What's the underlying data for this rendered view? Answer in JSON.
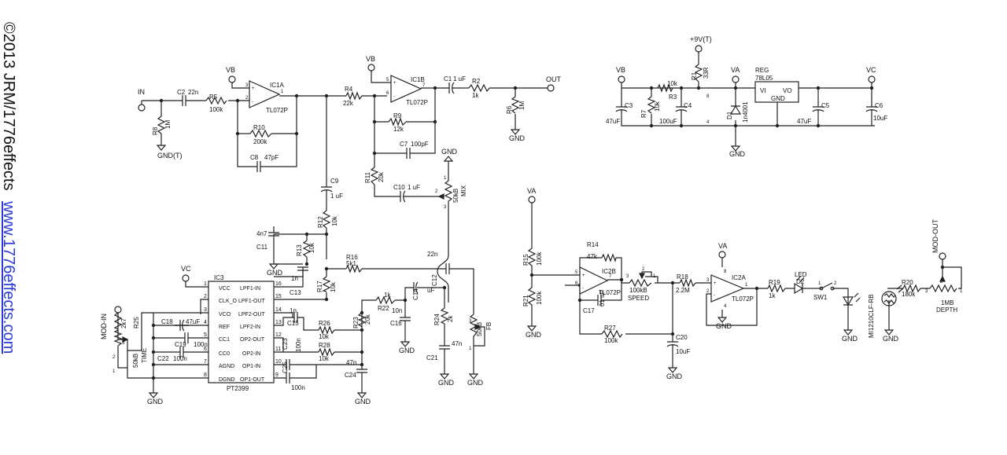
{
  "credit": {
    "copyright": "©2013 JRM/1776effects",
    "website": "www.1776effects.com"
  },
  "nets": {
    "IN": "IN",
    "OUT": "OUT",
    "VB": "VB",
    "VA": "VA",
    "VC": "VC",
    "GND": "GND",
    "GNDT": "GND(T)",
    "V9T": "+9V(T)",
    "MODIN": "MOD-IN",
    "MODOUT": "MOD-OUT"
  },
  "parts": {
    "IC1A": "IC1A",
    "IC1B": "IC1B",
    "IC2A": "IC2A",
    "IC2B": "IC2B",
    "IC3": "IC3",
    "TL072P": "TL072P",
    "PT2399": "PT2399",
    "REG": "REG",
    "R78L05": "78L05",
    "VI": "VI",
    "VO": "VO",
    "RGND": "GND",
    "C1": "C1",
    "C1v": "1 uF",
    "C2": "C2",
    "C2v": "22n",
    "C3": "C3",
    "C3v": "47uF",
    "C4": "C4",
    "C4v": "100uF",
    "C5": "C5",
    "C5v": "47uF",
    "C6": "C6",
    "C6v": "10uF",
    "C7": "C7",
    "C7v": "100pF",
    "C8": "C8",
    "C8v": "47pF",
    "C9": "C9",
    "C9v": "1 uF",
    "C10": "C10",
    "C10v": "1 uF",
    "C11": "C11",
    "C11v": "4n7",
    "C12": "C12",
    "C12v": "22n",
    "C13": "C13",
    "C13v": "1n",
    "C14": "C14",
    "C14v": "uF",
    "C15": "C15",
    "C15v": "1n",
    "C16": "C16",
    "C16v": "10n",
    "C17": "C17",
    "C17v": "01 uF",
    "C18": "C18",
    "C18v": "47uF",
    "C19": "C19",
    "C19v": "100n",
    "C20": "C20",
    "C20v": "10uF",
    "C21": "C21",
    "C21v": "47n",
    "C22": "C22",
    "C22v": "100n",
    "C23": "C23",
    "C23v": "100n",
    "C24": "C24",
    "C24v": "47n",
    "C25": "C25",
    "C25v": "100n",
    "R1": "R1",
    "R1v": "33R",
    "R2": "R2",
    "R2v": "1k",
    "R3": "R3",
    "R3v": "10k",
    "R4": "R4",
    "R4v": "22k",
    "R5": "R5",
    "R5v": "100k",
    "R6": "R6",
    "R6v": "1M",
    "R7": "R7",
    "R7v": "10k",
    "R8": "R8",
    "R8v": "1M",
    "R9": "R9",
    "R9v": "12k",
    "R10": "R10",
    "R10v": "200k",
    "R11": "R11",
    "R11v": "20k",
    "R12": "R12",
    "R12v": "10k",
    "R13": "R13",
    "R13v": "10k",
    "R14": "R14",
    "R14v": "47k",
    "R15": "R15",
    "R15v": "100k",
    "R16": "R16",
    "R16v": "5k1",
    "R17": "R17",
    "R17v": "10k",
    "R18": "R18",
    "R18v": "2.2M",
    "R19": "R19",
    "R19v": "1k",
    "R20": "R20",
    "R20v": "180k",
    "R21": "R21",
    "R21v": "100k",
    "R22": "R22",
    "R22v": "1k",
    "R23": "R23",
    "R23v": "20k",
    "R24": "R24",
    "R24v": "2k",
    "R25": "R25",
    "R25v": "2k7",
    "R26": "R26",
    "R26v": "10k",
    "R27": "R27",
    "R27v": "100k",
    "R28": "R28",
    "R28v": "10k",
    "D1": "D1",
    "D1v": "1n4001",
    "D2": "D2",
    "LED": "LED",
    "SW1": "SW1",
    "MIX": "MIX",
    "MIXv": "50kB",
    "FB": "FB",
    "FBv": "50kB",
    "TIME": "TIME",
    "TIMEv": "50kB",
    "SPEED": "SPEED",
    "SPEEDv": "100kB",
    "DEPTH": "DEPTH",
    "DEPTHv": "1MB",
    "LDR": "MI1210CLF-RB"
  },
  "pt2399_pins": {
    "left": [
      "VCC",
      "CLK_O",
      "VCO",
      "REF",
      "CC1",
      "CC0",
      "AGND",
      "DGND"
    ],
    "left_nums": [
      "1",
      "2",
      "3",
      "4",
      "5",
      "6",
      "7",
      "8"
    ],
    "right": [
      "LPF1-IN",
      "LPF1-OUT",
      "LPF2-OUT",
      "LPF2-IN",
      "OP2-OUT",
      "OP2-IN",
      "OP1-IN",
      "OP1-OUT"
    ],
    "right_nums": [
      "16",
      "15",
      "14",
      "13",
      "12",
      "11",
      "10",
      "9"
    ]
  },
  "pins": {
    "p1": "1",
    "p2": "2",
    "p3": "3",
    "p4": "4",
    "p5": "5",
    "p6": "6",
    "p7": "7",
    "p8": "8",
    "plus": "+",
    "minus": "-"
  }
}
